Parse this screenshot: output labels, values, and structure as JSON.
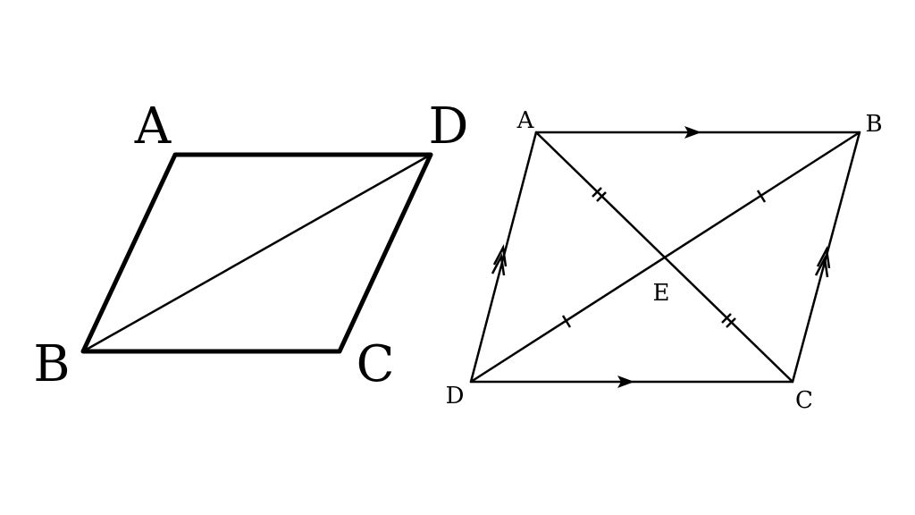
{
  "figure_left": {
    "vertex_labels": {
      "A": "A",
      "D": "D",
      "B": "B",
      "C": "C"
    }
  },
  "figure_right": {
    "vertex_labels": {
      "A": "A",
      "B": "B",
      "C": "C",
      "D": "D",
      "E": "E"
    }
  }
}
